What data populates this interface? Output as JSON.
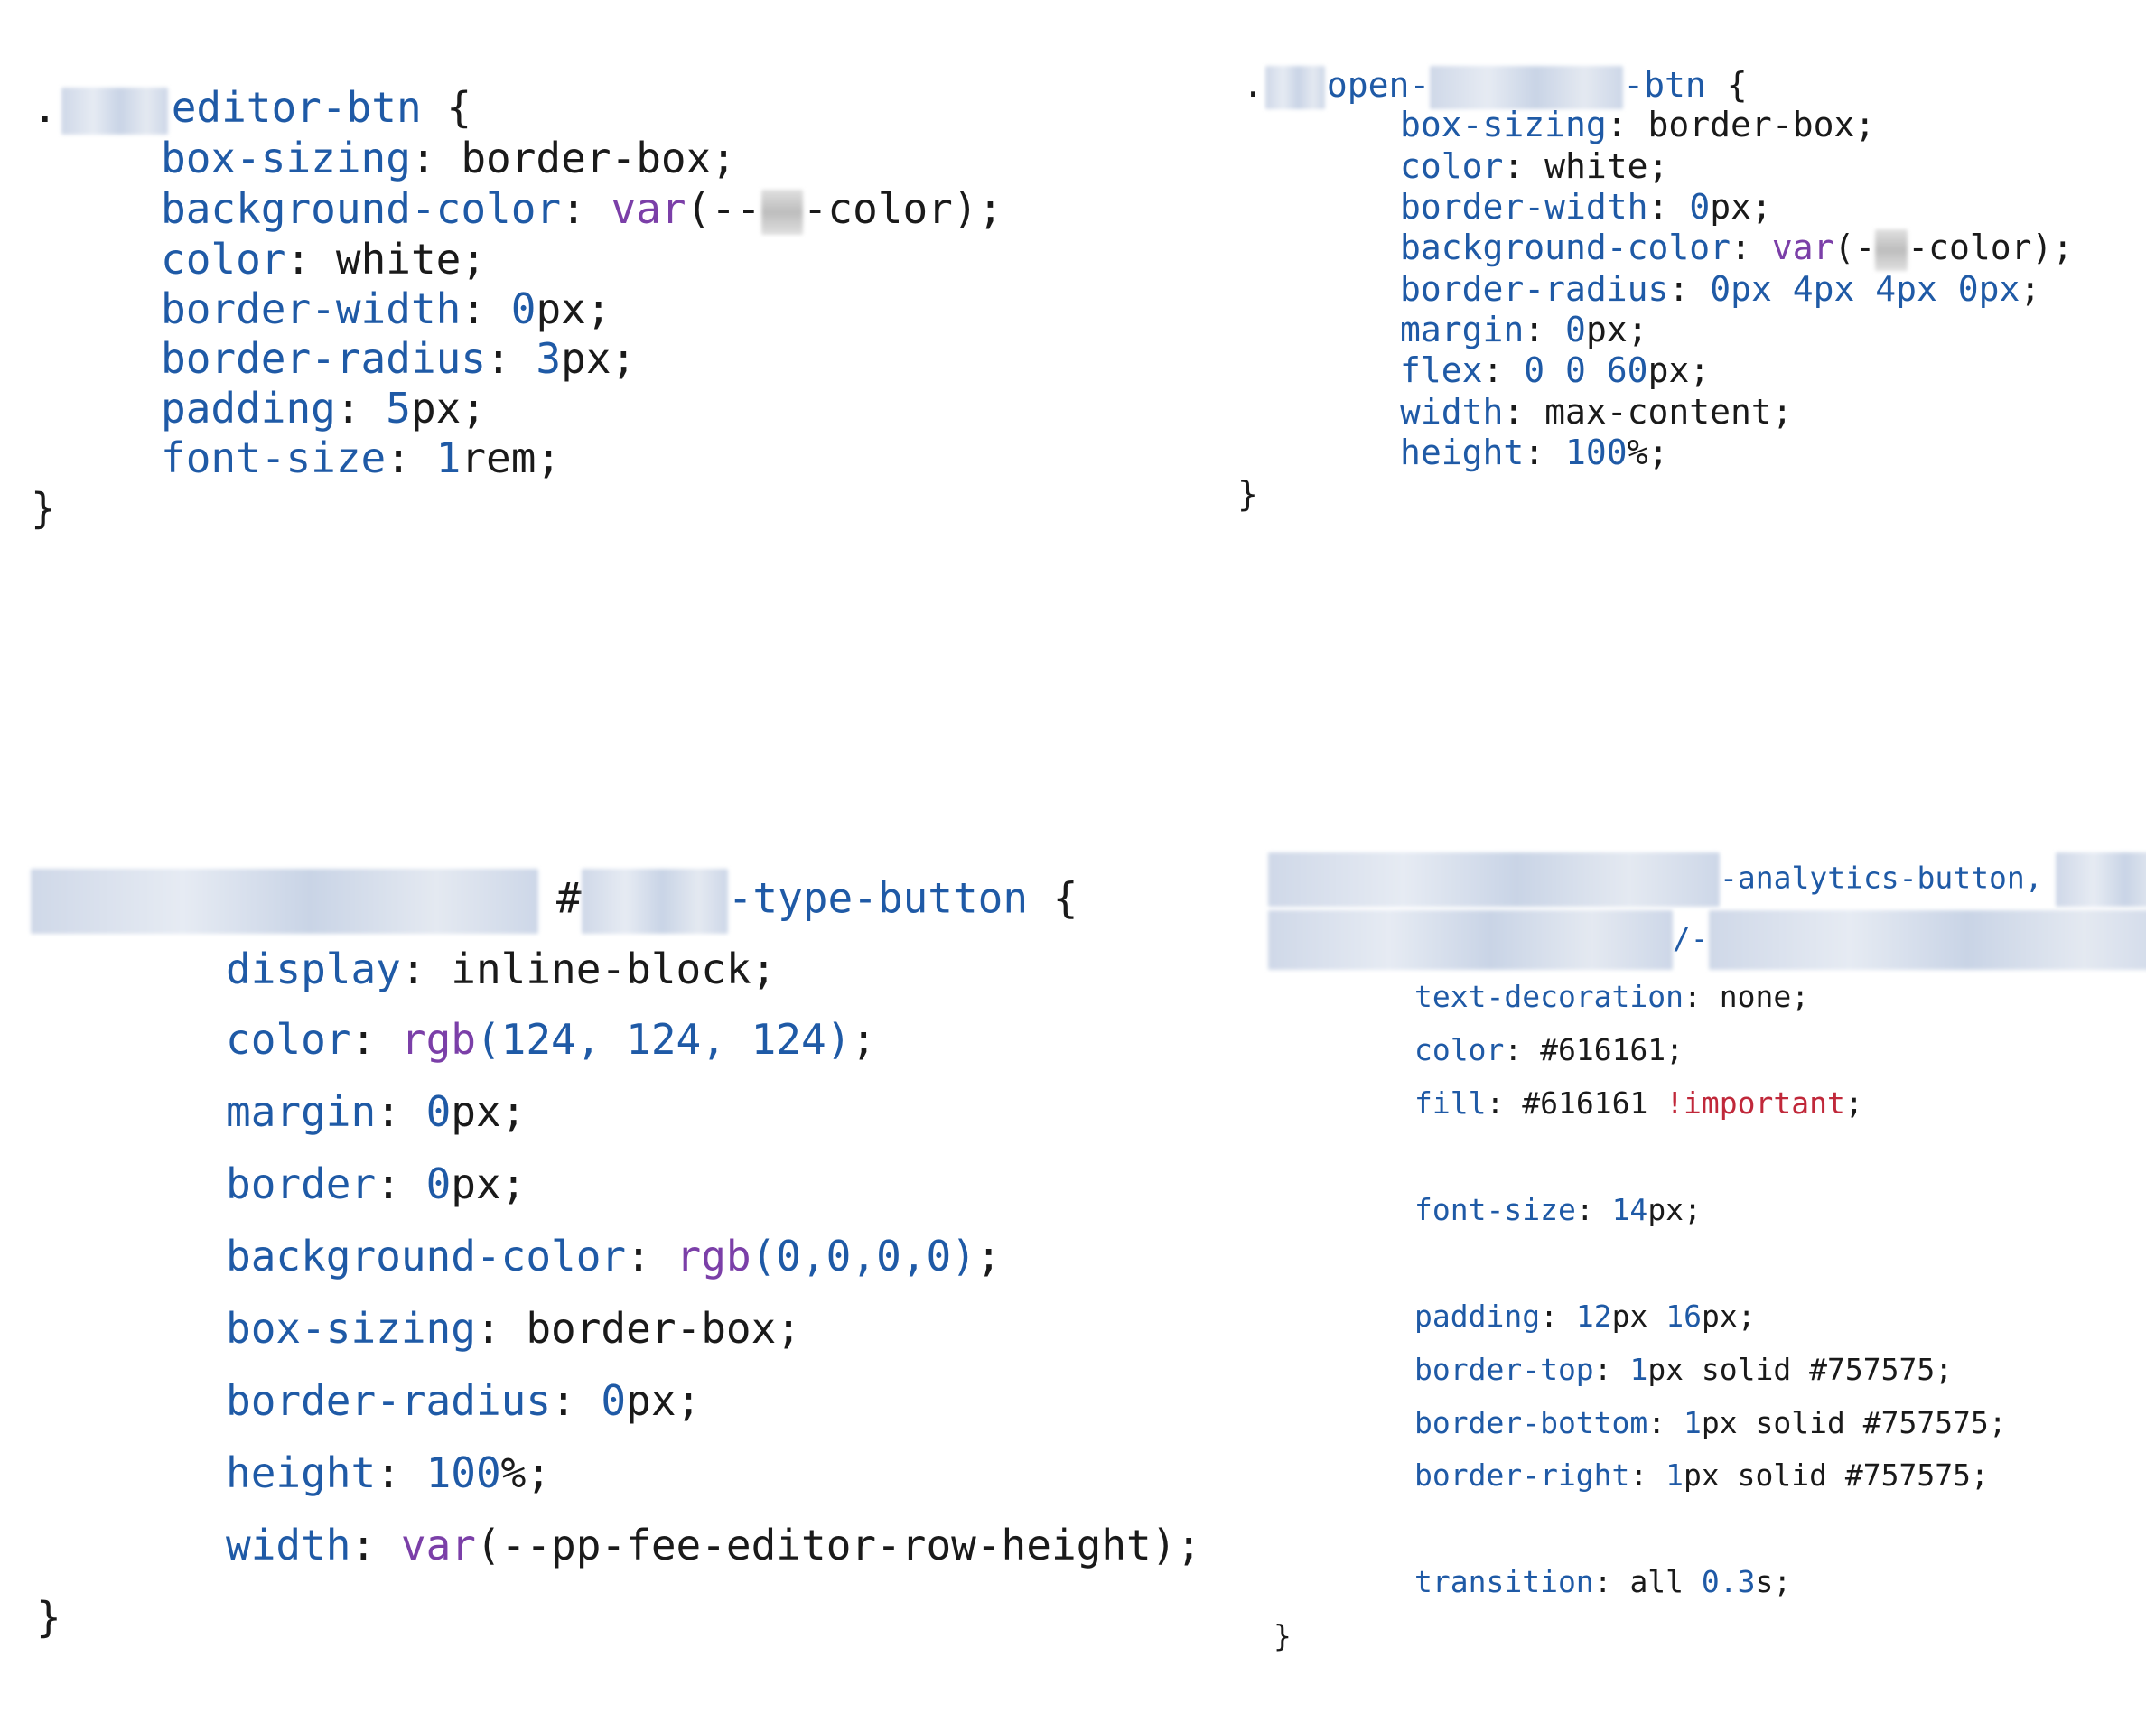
{
  "snippets": [
    {
      "id": "editor-btn",
      "selector_prefix": ".",
      "selector_visible": "editor-btn",
      "open_brace": "{",
      "close_brace": "}",
      "declarations": [
        {
          "prop": "box-sizing",
          "value": "border-box"
        },
        {
          "prop": "background-color",
          "fn": "var",
          "value_pre": "(--",
          "value_post": "-color)"
        },
        {
          "prop": "color",
          "value": "white"
        },
        {
          "prop": "border-width",
          "num": "0",
          "value": "px"
        },
        {
          "prop": "border-radius",
          "num": "3",
          "value": "px"
        },
        {
          "prop": "padding",
          "num": "5",
          "value": "px"
        },
        {
          "prop": "font-size",
          "num": "1",
          "value": "rem"
        }
      ]
    },
    {
      "id": "open-btn",
      "selector_prefix": ".",
      "selector_part1": "open-",
      "selector_part2": "-btn",
      "open_brace": "{",
      "close_brace": "}",
      "declarations": [
        {
          "prop": "box-sizing",
          "value": "border-box"
        },
        {
          "prop": "color",
          "value": "white"
        },
        {
          "prop": "border-width",
          "num": "0",
          "value": "px"
        },
        {
          "prop": "background-color",
          "fn": "var",
          "value_pre": "(-",
          "value_post": "-color)"
        },
        {
          "prop": "border-radius",
          "value": "0px 4px 4px 0px"
        },
        {
          "prop": "margin",
          "num": "0",
          "value": "px"
        },
        {
          "prop": "flex",
          "num": "0 0 60",
          "value": "px"
        },
        {
          "prop": "width",
          "value": "max-content"
        },
        {
          "prop": "height",
          "num": "100",
          "value": "%"
        }
      ]
    },
    {
      "id": "type-button",
      "selector_hash": "#",
      "selector_visible": "-type-button",
      "open_brace": "{",
      "close_brace": "}",
      "declarations": [
        {
          "prop": "display",
          "value": "inline-block"
        },
        {
          "prop": "color",
          "fn": "rgb",
          "value": "(124, 124, 124)"
        },
        {
          "prop": "margin",
          "num": "0",
          "value": "px"
        },
        {
          "prop": "border",
          "num": "0",
          "value": "px"
        },
        {
          "prop": "background-color",
          "fn": "rgb",
          "value": "(0,0,0,0)"
        },
        {
          "prop": "box-sizing",
          "value": "border-box"
        },
        {
          "prop": "border-radius",
          "num": "0",
          "value": "px"
        },
        {
          "prop": "height",
          "num": "100",
          "value": "%"
        },
        {
          "prop": "width",
          "fn": "var",
          "value": "(--pp-fee-editor-row-height)"
        }
      ]
    },
    {
      "id": "analytics-button",
      "selector_visible": "-analytics-button,",
      "selector_line2_visible": "/-",
      "close_brace": "}",
      "declarations": [
        {
          "prop": "text-decoration",
          "value": "none"
        },
        {
          "prop": "color",
          "value": "#616161"
        },
        {
          "prop": "fill",
          "value": "#616161",
          "important": "!important"
        },
        {
          "prop": "font-size",
          "num": "14",
          "value": "px"
        },
        {
          "prop": "padding",
          "num": "12",
          "value": "px",
          "num2": "16",
          "value2": "px"
        },
        {
          "prop": "border-top",
          "num": "1",
          "value": "px solid #757575"
        },
        {
          "prop": "border-bottom",
          "num": "1",
          "value": "px solid #757575"
        },
        {
          "prop": "border-right",
          "num": "1",
          "value": "px solid #757575"
        },
        {
          "prop": "transition",
          "value": "all",
          "num": "0.3",
          "value2": "s"
        }
      ]
    }
  ],
  "colors": {
    "property": "#1f5aa6",
    "function": "#7b3fa8",
    "value": "#1a1a1a",
    "important": "#c0283a"
  }
}
